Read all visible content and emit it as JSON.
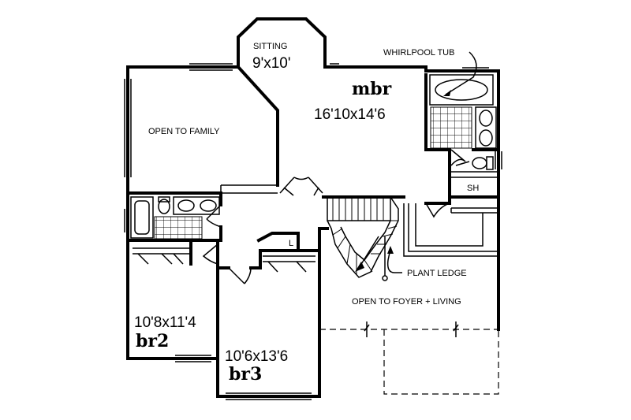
{
  "rooms": {
    "sitting": {
      "name": "SITTING",
      "size": "9'x10'"
    },
    "mbr": {
      "name": "mbr",
      "size": "16'10x14'6"
    },
    "br2": {
      "name": "br2",
      "size": "10'8x11'4"
    },
    "br3": {
      "name": "br3",
      "size": "10'6x13'6"
    }
  },
  "labels": {
    "whirlpool": "WHIRLPOOL TUB",
    "open_family": "OPEN TO FAMILY",
    "shower": "SH",
    "linen": "L",
    "plant_ledge": "PLANT LEDGE",
    "open_foyer": "OPEN TO FOYER + LIVING"
  }
}
